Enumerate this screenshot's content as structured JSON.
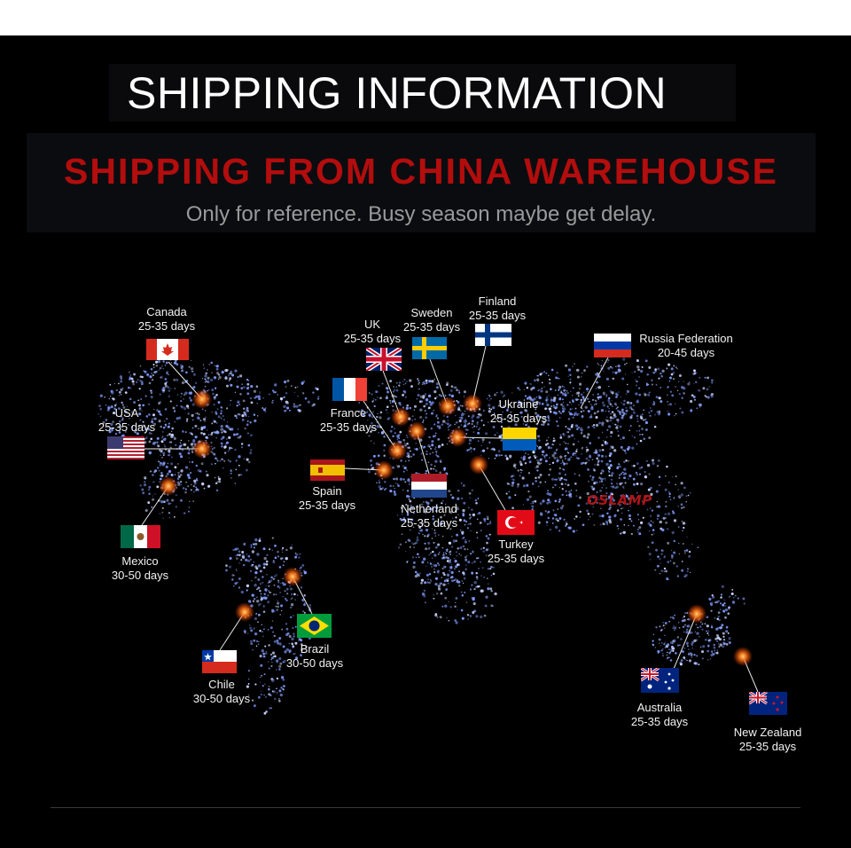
{
  "title": "SHIPPING INFORMATION",
  "heading": "SHIPPING FROM CHINA WAREHOUSE",
  "note": "Only for reference. Busy season maybe get delay.",
  "brand": "OSLAMP",
  "colors": {
    "heading_red": "#b30d0d",
    "background": "#000000",
    "glow": "#ff7a1a",
    "dots": "#6f8dff"
  },
  "countries": [
    {
      "name": "Canada",
      "days": "25-35 days",
      "flag": "canada-flag-icon"
    },
    {
      "name": "USA",
      "days": "25-35 days",
      "flag": "usa-flag-icon"
    },
    {
      "name": "Mexico",
      "days": "30-50 days",
      "flag": "mexico-flag-icon"
    },
    {
      "name": "Chile",
      "days": "30-50 days",
      "flag": "chile-flag-icon"
    },
    {
      "name": "Brazil",
      "days": "30-50 days",
      "flag": "brazil-flag-icon"
    },
    {
      "name": "UK",
      "days": "25-35 days",
      "flag": "uk-flag-icon"
    },
    {
      "name": "Sweden",
      "days": "25-35 days",
      "flag": "sweden-flag-icon"
    },
    {
      "name": "Finland",
      "days": "25-35 days",
      "flag": "finland-flag-icon"
    },
    {
      "name": "France",
      "days": "25-35 days",
      "flag": "france-flag-icon"
    },
    {
      "name": "Spain",
      "days": "25-35 days",
      "flag": "spain-flag-icon"
    },
    {
      "name": "Netherland",
      "days": "25-35 days",
      "flag": "netherland-flag-icon"
    },
    {
      "name": "Ukraine",
      "days": "25-35 days",
      "flag": "ukraine-flag-icon"
    },
    {
      "name": "Turkey",
      "days": "25-35 days",
      "flag": "turkey-flag-icon"
    },
    {
      "name": "Russia Federation",
      "days": "20-45 days",
      "flag": "russia-flag-icon"
    },
    {
      "name": "Australia",
      "days": "25-35 days",
      "flag": "australia-flag-icon"
    },
    {
      "name": "New Zealand",
      "days": "25-35 days",
      "flag": "new-zealand-flag-icon"
    }
  ]
}
